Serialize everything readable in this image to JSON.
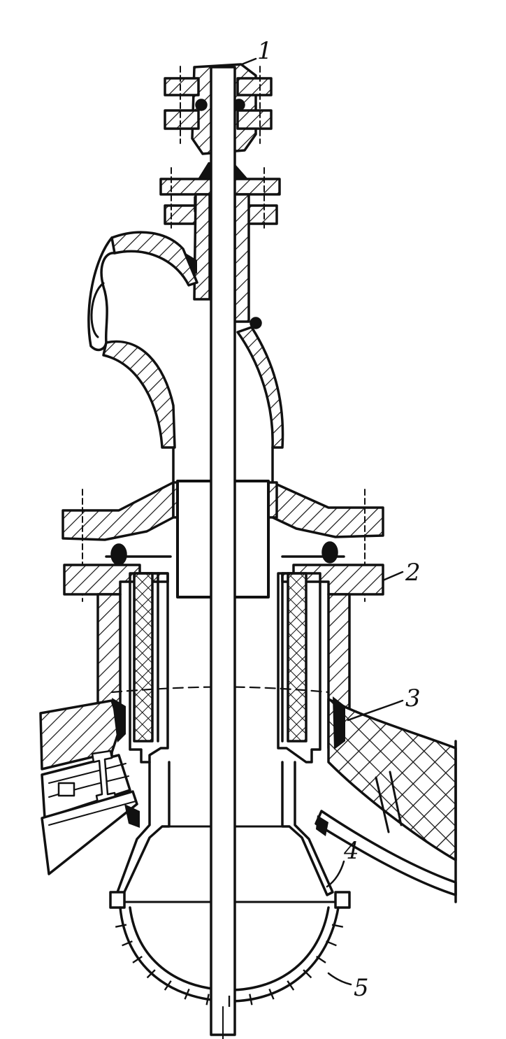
{
  "diagram": {
    "callouts": [
      {
        "id": "c1",
        "text": "1"
      },
      {
        "id": "c2",
        "text": "2"
      },
      {
        "id": "c3",
        "text": "3"
      },
      {
        "id": "c4",
        "text": "4"
      },
      {
        "id": "c5",
        "text": "5"
      }
    ],
    "colors": {
      "ink": "#111111",
      "paper": "#ffffff"
    }
  }
}
